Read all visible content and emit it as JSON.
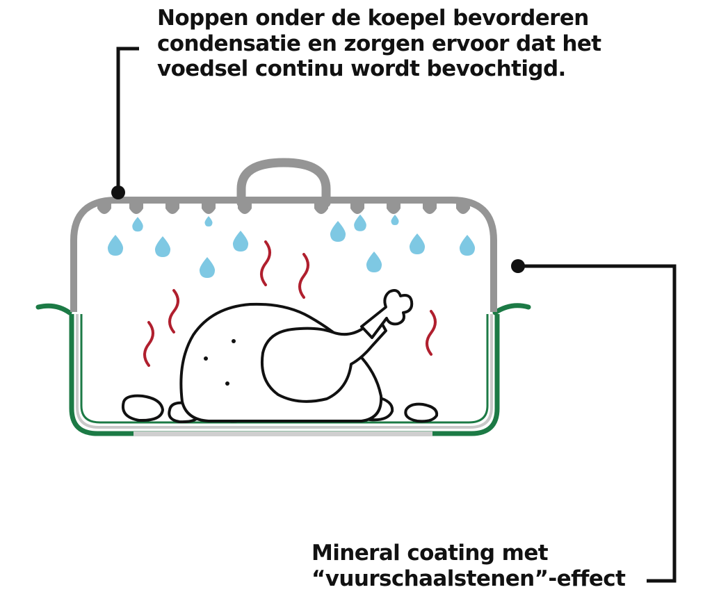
{
  "annotations": {
    "top": {
      "lines": [
        "Noppen onder de koepel bevorderen",
        "condensatie en zorgen ervoor dat het",
        "voedsel continu wordt bevochtigd."
      ]
    },
    "bottom": {
      "lines": [
        "Mineral coating met",
        "“vuurschaalstenen”-effect"
      ]
    }
  },
  "colors": {
    "lid": "#959595",
    "pot": "#1c7a45",
    "pot_inner": "#c9c9c9",
    "water": "#7ec8e3",
    "steam": "#b01f2e",
    "ink": "#111111"
  },
  "icons": [
    "condensation-drop-icon",
    "steam-icon",
    "roast-chicken-icon",
    "stone-icon"
  ]
}
